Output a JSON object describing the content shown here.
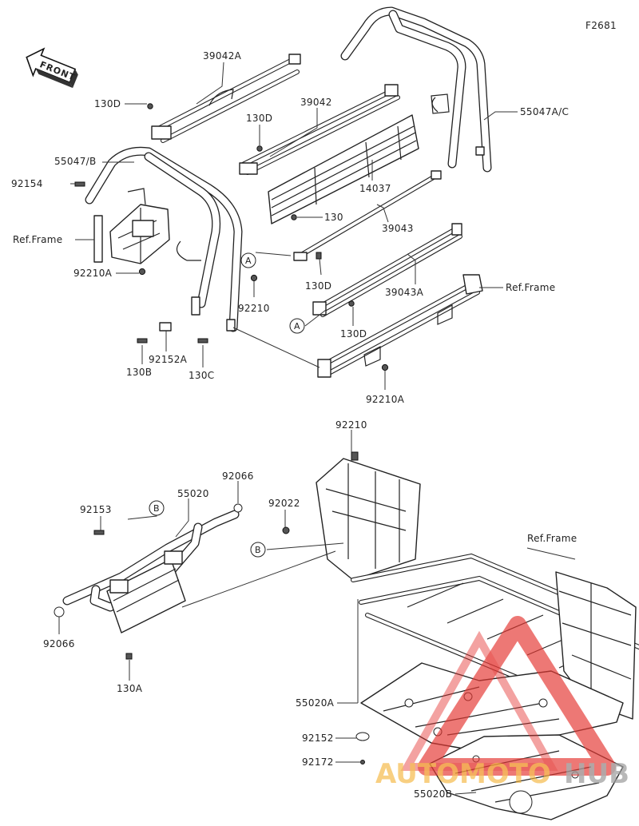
{
  "figure_code": "F2681",
  "front_badge": "FRONT",
  "watermark": {
    "text_left": "AUTOMOTO",
    "text_right": "HUB",
    "color": "#e53935"
  },
  "callouts": {
    "A": "A",
    "B": "B"
  },
  "labels": {
    "p39042A": "39042A",
    "p130D_1": "130D",
    "p39042": "39042",
    "p130D_2": "130D",
    "p55047AC": "55047A/C",
    "p55047B": "55047/B",
    "p92154": "92154",
    "p14037": "14037",
    "refframe_1": "Ref.Frame",
    "p130_": "130",
    "p39043": "39043",
    "p92210A_1": "92210A",
    "p130D_3": "130D",
    "p39043A": "39043A",
    "refframe_2": "Ref.Frame",
    "p92210": "92210",
    "p130D_4": "130D",
    "p92152A": "92152A",
    "p130B": "130B",
    "p130C": "130C",
    "p92210A_2": "92210A",
    "p92210_2": "92210",
    "p92066_1": "92066",
    "p55020": "55020",
    "p92153": "92153",
    "p92022": "92022",
    "refframe_3": "Ref.Frame",
    "p92066_2": "92066",
    "p130A": "130A",
    "p55020A": "55020A",
    "p92152": "92152",
    "p92172": "92172",
    "p55020B": "55020B"
  }
}
